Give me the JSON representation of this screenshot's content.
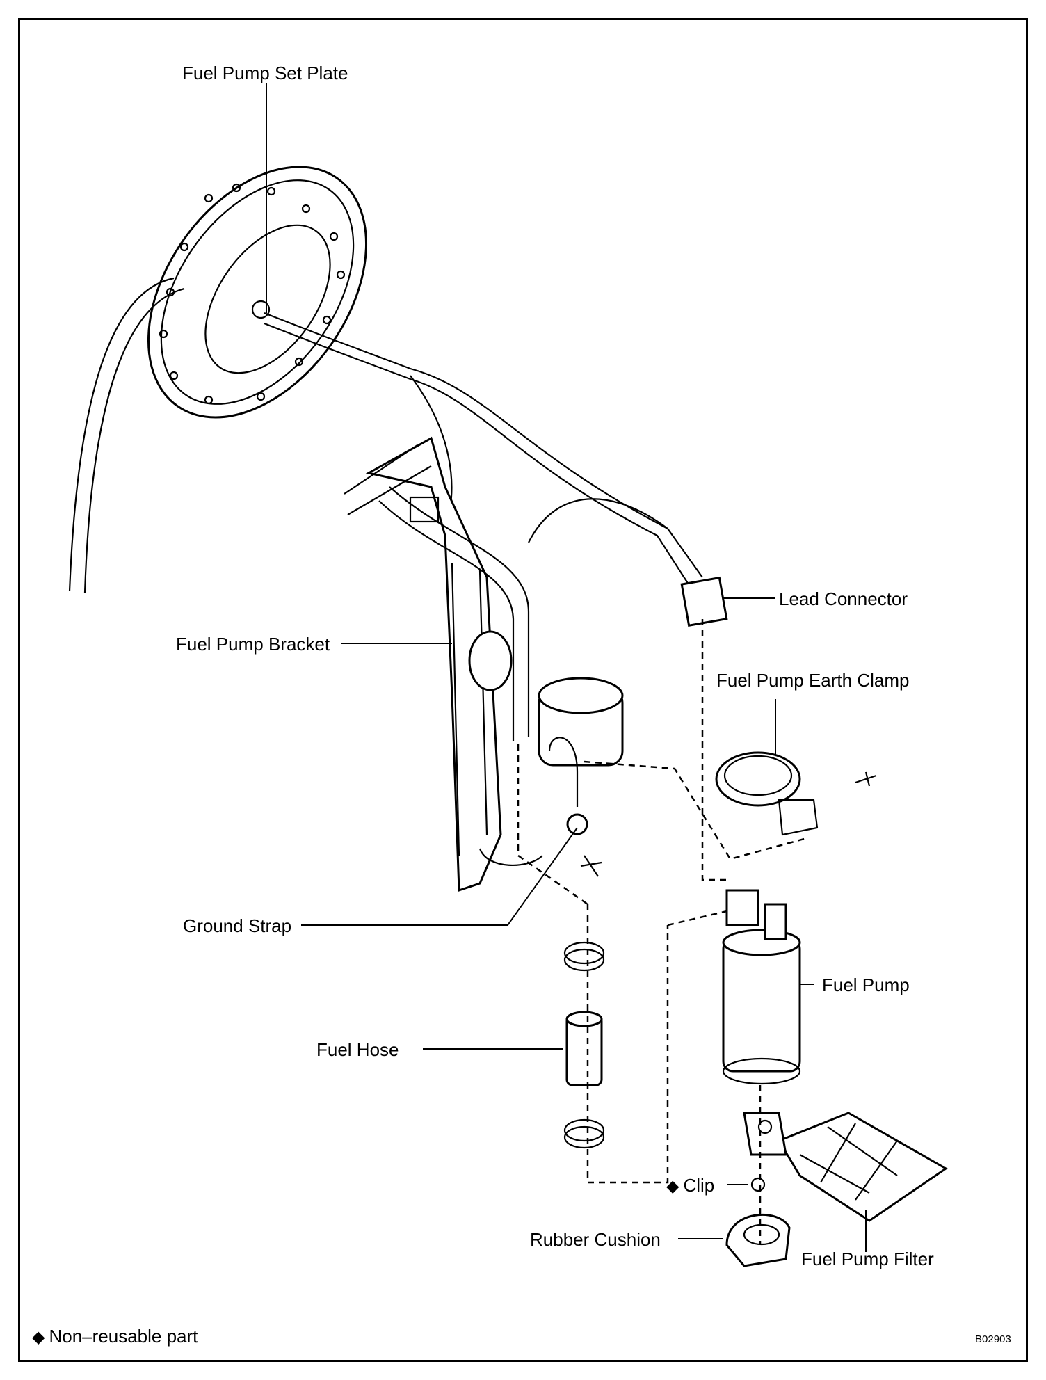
{
  "labels": {
    "set_plate": "Fuel Pump Set Plate",
    "lead_connector": "Lead Connector",
    "bracket": "Fuel Pump Bracket",
    "earth_clamp": "Fuel Pump Earth Clamp",
    "ground_strap": "Ground Strap",
    "fuel_pump": "Fuel Pump",
    "fuel_hose": "Fuel Hose",
    "clip": "Clip",
    "rubber_cushion": "Rubber Cushion",
    "filter": "Fuel Pump Filter"
  },
  "legend": {
    "symbol": "◆",
    "text": "Non–reusable part"
  },
  "figure_code": "B02903"
}
